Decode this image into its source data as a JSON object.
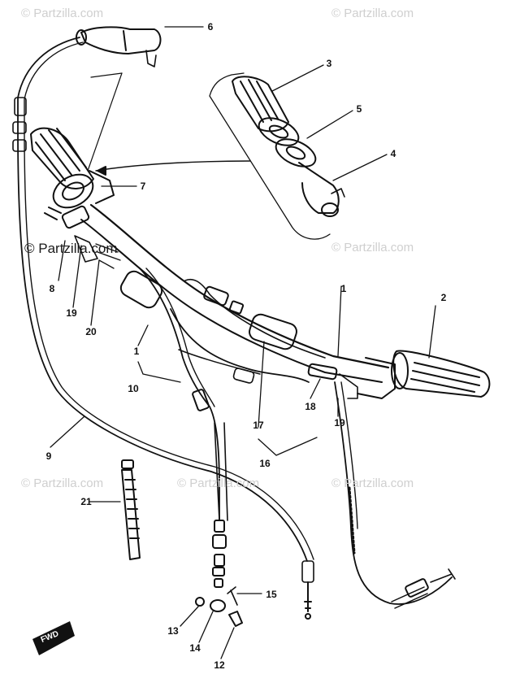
{
  "watermarks": {
    "top_left": "© Partzilla.com",
    "top_right": "© Partzilla.com",
    "middle_left": "© Partzilla.com",
    "middle_right": "© Partzilla.com",
    "bottom_left": "© Partzilla.com",
    "bottom_center": "© Partzilla.com",
    "bottom_right": "© Partzilla.com"
  },
  "callouts": {
    "c1a": "1",
    "c1b": "1",
    "c2": "2",
    "c3": "3",
    "c4": "4",
    "c5": "5",
    "c6": "6",
    "c7": "7",
    "c8": "8",
    "c9": "9",
    "c10": "10",
    "c12": "12",
    "c13": "13",
    "c14": "14",
    "c15": "15",
    "c16": "16",
    "c17": "17",
    "c18": "18",
    "c19a": "19",
    "c19b": "19",
    "c20": "20",
    "c21": "21"
  },
  "fwd_badge": "FWD",
  "colors": {
    "line": "#111111",
    "watermark": "#cfcfcf",
    "paper": "#ffffff"
  }
}
